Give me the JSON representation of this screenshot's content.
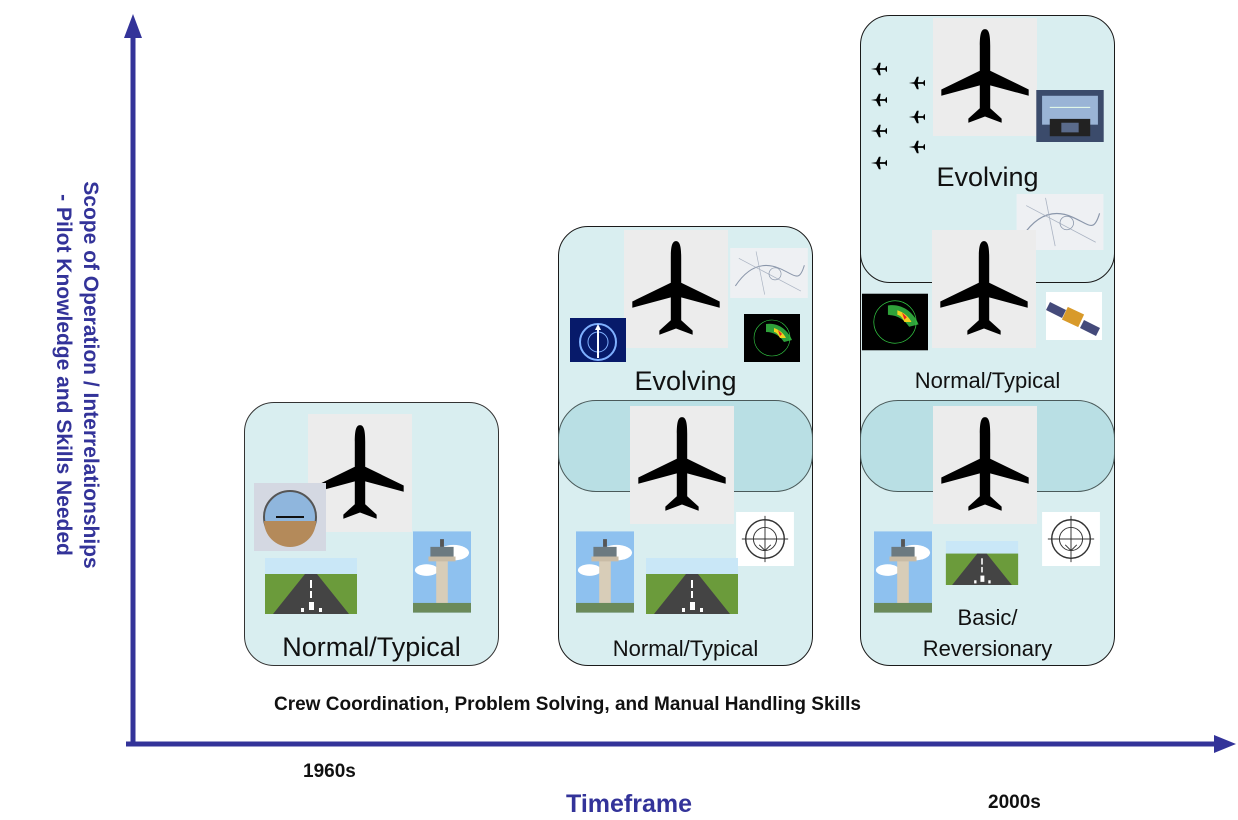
{
  "axes": {
    "y_label_line1": "Scope of Operation /  Interrelationships",
    "y_label_line2": "- Pilot Knowledge and Skills Needed",
    "x_title": "Timeframe",
    "x_start": "1960s",
    "x_end": "2000s",
    "x_caption": "Crew Coordination, Problem Solving, and Manual Handling Skills",
    "color": "#333399"
  },
  "columns": [
    {
      "tiers": [
        {
          "label": "Normal/Typical"
        }
      ]
    },
    {
      "tiers": [
        {
          "label": "Normal/Typical"
        },
        {
          "label": "Evolving"
        }
      ]
    },
    {
      "tiers": [
        {
          "label": "Basic/\nReversionary"
        },
        {
          "label": "Normal/Typical"
        },
        {
          "label": "Evolving"
        }
      ]
    }
  ],
  "icons": {
    "airplane": "airplane-icon",
    "tower": "control-tower-icon",
    "runway": "runway-icon",
    "compass": "navigation-compass-icon",
    "radar": "weather-radar-icon",
    "scope": "radar-scope-icon",
    "chart": "approach-chart-icon",
    "satellite": "satellite-icon",
    "hud": "cockpit-display-icon",
    "traffic": "air-traffic-icon"
  }
}
